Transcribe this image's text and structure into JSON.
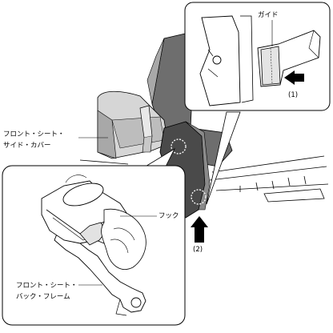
{
  "labels": {
    "guide": "ガイド",
    "step1": "(1)",
    "side_cover_line1": "フロント・シート・",
    "side_cover_line2": "サイド・カバー",
    "hook": "フック",
    "step2": "(2)",
    "back_frame_line1": "フロント・シート・",
    "back_frame_line2": "バック・フレーム"
  },
  "colors": {
    "line": "#000000",
    "seat_dark": "#6e6e6e",
    "seat_mid": "#a8a8a8",
    "seat_light": "#d6d6d6",
    "seat_shadow": "#4a4a4a",
    "frame_gray": "#8a8a8a",
    "callout_fill": "#ffffff"
  }
}
